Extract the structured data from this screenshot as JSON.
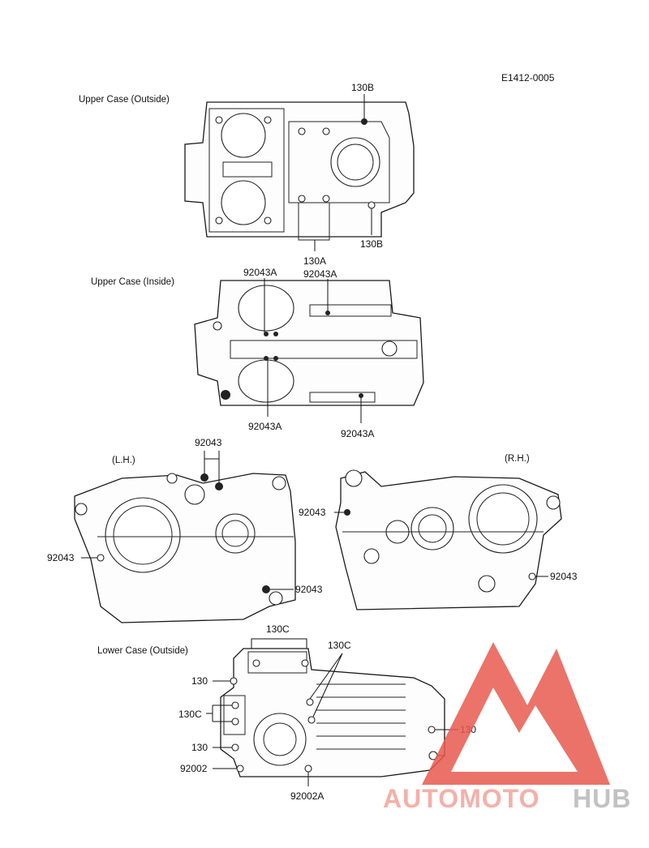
{
  "diagram_code": "E1412-0005",
  "sections": {
    "upper_outside": "Upper Case (Outside)",
    "upper_inside": "Upper Case (Inside)",
    "lh": "(L.H.)",
    "rh": "(R.H.)",
    "lower_outside": "Lower Case (Outside)"
  },
  "callouts": {
    "uo_130b_top": "130B",
    "uo_130b_bottom": "130B",
    "uo_130a": "130A",
    "ui_92043a_1": "92043A",
    "ui_92043a_2": "92043A",
    "ui_92043a_3": "92043A",
    "ui_92043a_4": "92043A",
    "lh_92043_top": "92043",
    "lh_92043_left": "92043",
    "lh_92043_bottom": "92043",
    "rh_92043_left": "92043",
    "rh_92043_right": "92043",
    "lo_130c_top": "130C",
    "lo_130c_right": "130C",
    "lo_130_upper": "130",
    "lo_130c_left": "130C",
    "lo_130_lower": "130",
    "lo_92002": "92002",
    "lo_92002a": "92002A",
    "lo_130_right": "130"
  },
  "watermark": {
    "part1": "AUTOMOTO",
    "part2": "HUB",
    "color_logo": "#e85a4f",
    "color_part1": "#f3a39a",
    "color_part2": "#b8b8b8"
  }
}
